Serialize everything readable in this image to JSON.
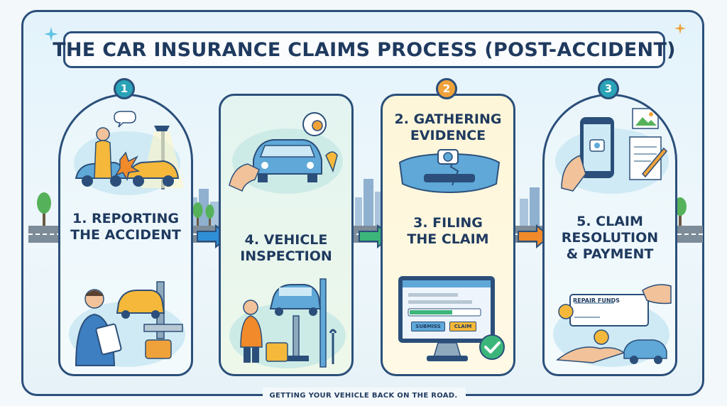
{
  "title": "THE CAR INSURANCE CLAIMS PROCESS (POST-ACCIDENT)",
  "steps": [
    {
      "badge": "1",
      "label": "1. REPORTING\nTHE ACCIDENT",
      "badge_color": "#2aa3b8"
    },
    {
      "badge": "",
      "label": "4. VEHICLE\nINSPECTION",
      "badge_color": ""
    },
    {
      "badge": "2",
      "label_top": "2. GATHERING\nEVIDENCE",
      "label": "3. FILING\nTHE CLAIM",
      "badge_color": "#f0a23a"
    },
    {
      "badge": "3",
      "label": "5. CLAIM\nRESOLUTION\n& PAYMENT",
      "badge_color": "#2aa3b8"
    }
  ],
  "form": {
    "submit": "SUBMISS",
    "claim": "CLAIM"
  },
  "check": {
    "text": "REPAIR FUNDS"
  },
  "footer": "GETTING YOUR VEHICLE BACK ON THE ROAD.",
  "colors": {
    "navy": "#2b4f7a",
    "teal": "#2aa3b8",
    "orange": "#f0a23a",
    "arrow_blue": "#2f8fd6",
    "arrow_green": "#3cb57a",
    "arrow_orange": "#f08a2a"
  }
}
